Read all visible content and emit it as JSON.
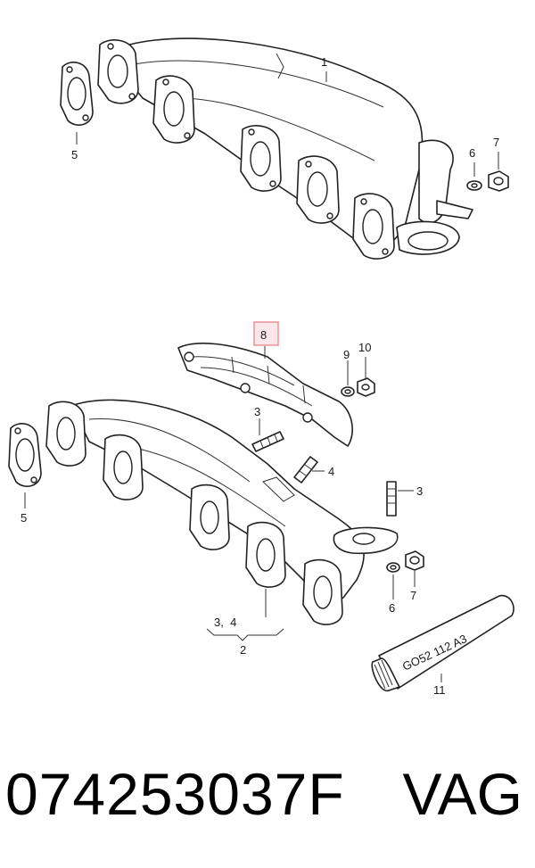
{
  "diagram": {
    "upper": {
      "labels": [
        "1",
        "5",
        "6",
        "7"
      ]
    },
    "lower": {
      "highlighted_label": "8",
      "labels": [
        "9",
        "10",
        "3",
        "4",
        "3",
        "5",
        "6",
        "7",
        "3,  4",
        "2",
        "11"
      ],
      "tube_text": "GO52 112 A3"
    },
    "highlight_color": "#e88a96"
  },
  "footer": {
    "part_number": "074253037F",
    "brand": "VAG"
  }
}
